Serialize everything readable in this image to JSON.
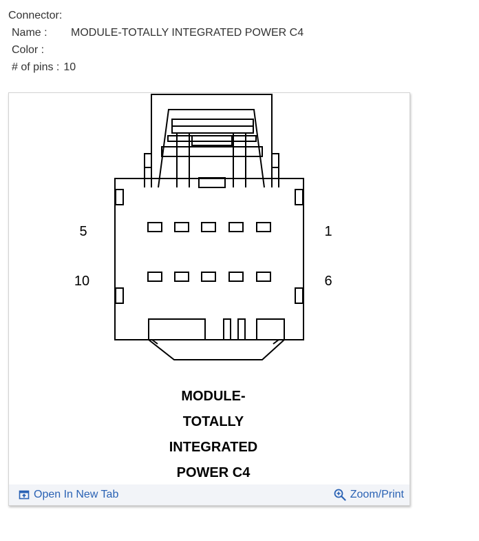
{
  "connector": {
    "heading": "Connector:",
    "name_label": "Name :",
    "name_value": "MODULE-TOTALLY INTEGRATED POWER C4",
    "color_label": "Color :",
    "color_value": "",
    "pins_label": "# of pins :",
    "pins_value": "10"
  },
  "diagram": {
    "pin_labels": {
      "top_left": "5",
      "top_right": "1",
      "bottom_left": "10",
      "bottom_right": "6"
    },
    "caption_lines": [
      "MODULE-",
      "TOTALLY",
      "INTEGRATED",
      "POWER C4"
    ]
  },
  "footer": {
    "open_tab_label": "Open In New Tab",
    "zoom_label": "Zoom/Print",
    "open_tab_icon": "open-in-new-tab-icon",
    "zoom_icon": "zoom-in-icon",
    "link_color": "#2a62b4"
  }
}
